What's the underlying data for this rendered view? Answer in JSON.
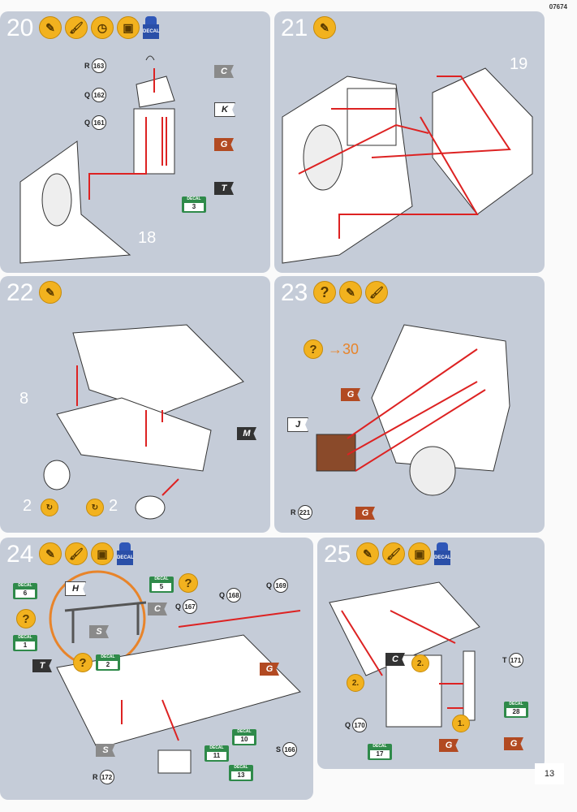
{
  "doc_code": "07674",
  "page_number": "13",
  "steps": [
    {
      "number": "20"
    },
    {
      "number": "21"
    },
    {
      "number": "22"
    },
    {
      "number": "23"
    },
    {
      "number": "24"
    },
    {
      "number": "25"
    }
  ],
  "decal_bottle_label": "DECAL",
  "s20": {
    "parts": [
      {
        "letter": "R",
        "num": "163"
      },
      {
        "letter": "Q",
        "num": "162"
      },
      {
        "letter": "Q",
        "num": "161"
      }
    ],
    "flags": [
      "C",
      "K",
      "G",
      "T"
    ],
    "decal": {
      "label": "DECAL",
      "num": "3"
    },
    "ref": "18"
  },
  "s21": {
    "ref": "19"
  },
  "s22": {
    "ref_left": "8",
    "wheel_count_left": "2",
    "wheel_count_right": "2",
    "flag": "M"
  },
  "s23": {
    "arrow_target": "30",
    "flags": [
      "G",
      "J",
      "G"
    ],
    "part": {
      "letter": "R",
      "num": "221"
    }
  },
  "s24": {
    "flags": [
      "H",
      "C",
      "S",
      "T",
      "G",
      "S"
    ],
    "decals": [
      {
        "label": "DECAL",
        "num": "6"
      },
      {
        "label": "DECAL",
        "num": "5"
      },
      {
        "label": "DECAL",
        "num": "1"
      },
      {
        "label": "DECAL",
        "num": "2"
      },
      {
        "label": "DECAL",
        "num": "10"
      },
      {
        "label": "DECAL",
        "num": "11"
      },
      {
        "label": "DECAL",
        "num": "13"
      }
    ],
    "parts": [
      {
        "letter": "Q",
        "num": "167"
      },
      {
        "letter": "Q",
        "num": "168"
      },
      {
        "letter": "Q",
        "num": "169"
      },
      {
        "letter": "S",
        "num": "166"
      },
      {
        "letter": "R",
        "num": "172"
      }
    ]
  },
  "s25": {
    "flags": [
      "C",
      "G",
      "G"
    ],
    "order": [
      "2.",
      "2.",
      "1."
    ],
    "decals": [
      {
        "label": "DECAL",
        "num": "28"
      },
      {
        "label": "DECAL",
        "num": "17"
      }
    ],
    "parts": [
      {
        "letter": "T",
        "num": "171"
      },
      {
        "letter": "Q",
        "num": "170"
      }
    ]
  }
}
